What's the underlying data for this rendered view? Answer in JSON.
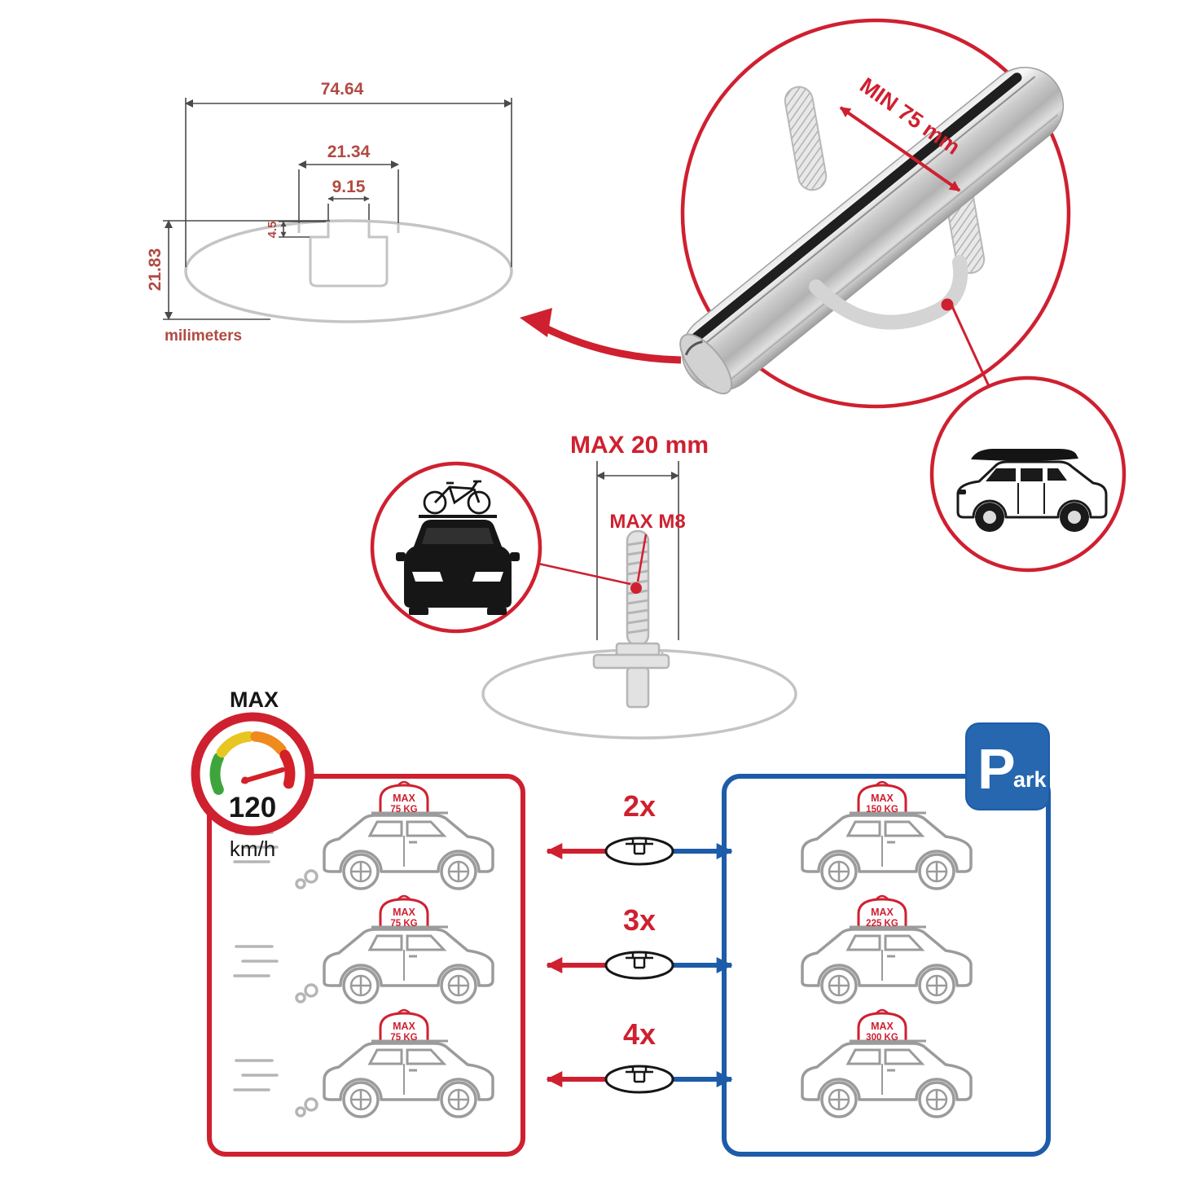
{
  "palette": {
    "red": "#cf2030",
    "blue": "#1d5ca8",
    "sign_blue": "#2667b0",
    "gray_line": "#9b9b9b",
    "dim_red": "#b14a42"
  },
  "cross_section": {
    "total_width": "74.64",
    "slot_outer_width": "21.34",
    "slot_inner_width": "9.15",
    "lip_height": "4.5",
    "total_height": "21.83",
    "units_label": "milimeters"
  },
  "bar_detail": {
    "min_clamp_label": "MIN 75 mm"
  },
  "bolt_detail": {
    "max_length_label": "MAX 20 mm",
    "max_thread_label": "MAX M8"
  },
  "speed_gauge": {
    "title": "MAX",
    "value": "120",
    "unit": "km/h"
  },
  "driving_panel": {
    "cars": [
      {
        "load_title": "MAX",
        "load_weight": "75 KG"
      },
      {
        "load_title": "MAX",
        "load_weight": "75 KG"
      },
      {
        "load_title": "MAX",
        "load_weight": "75 KG"
      }
    ]
  },
  "parking_panel": {
    "cars": [
      {
        "load_title": "MAX",
        "load_weight": "150 KG"
      },
      {
        "load_title": "MAX",
        "load_weight": "225 KG"
      },
      {
        "load_title": "MAX",
        "load_weight": "300 KG"
      }
    ]
  },
  "multipliers": [
    "2x",
    "3x",
    "4x"
  ],
  "park_sign": {
    "letter": "P",
    "suffix": "ark"
  }
}
